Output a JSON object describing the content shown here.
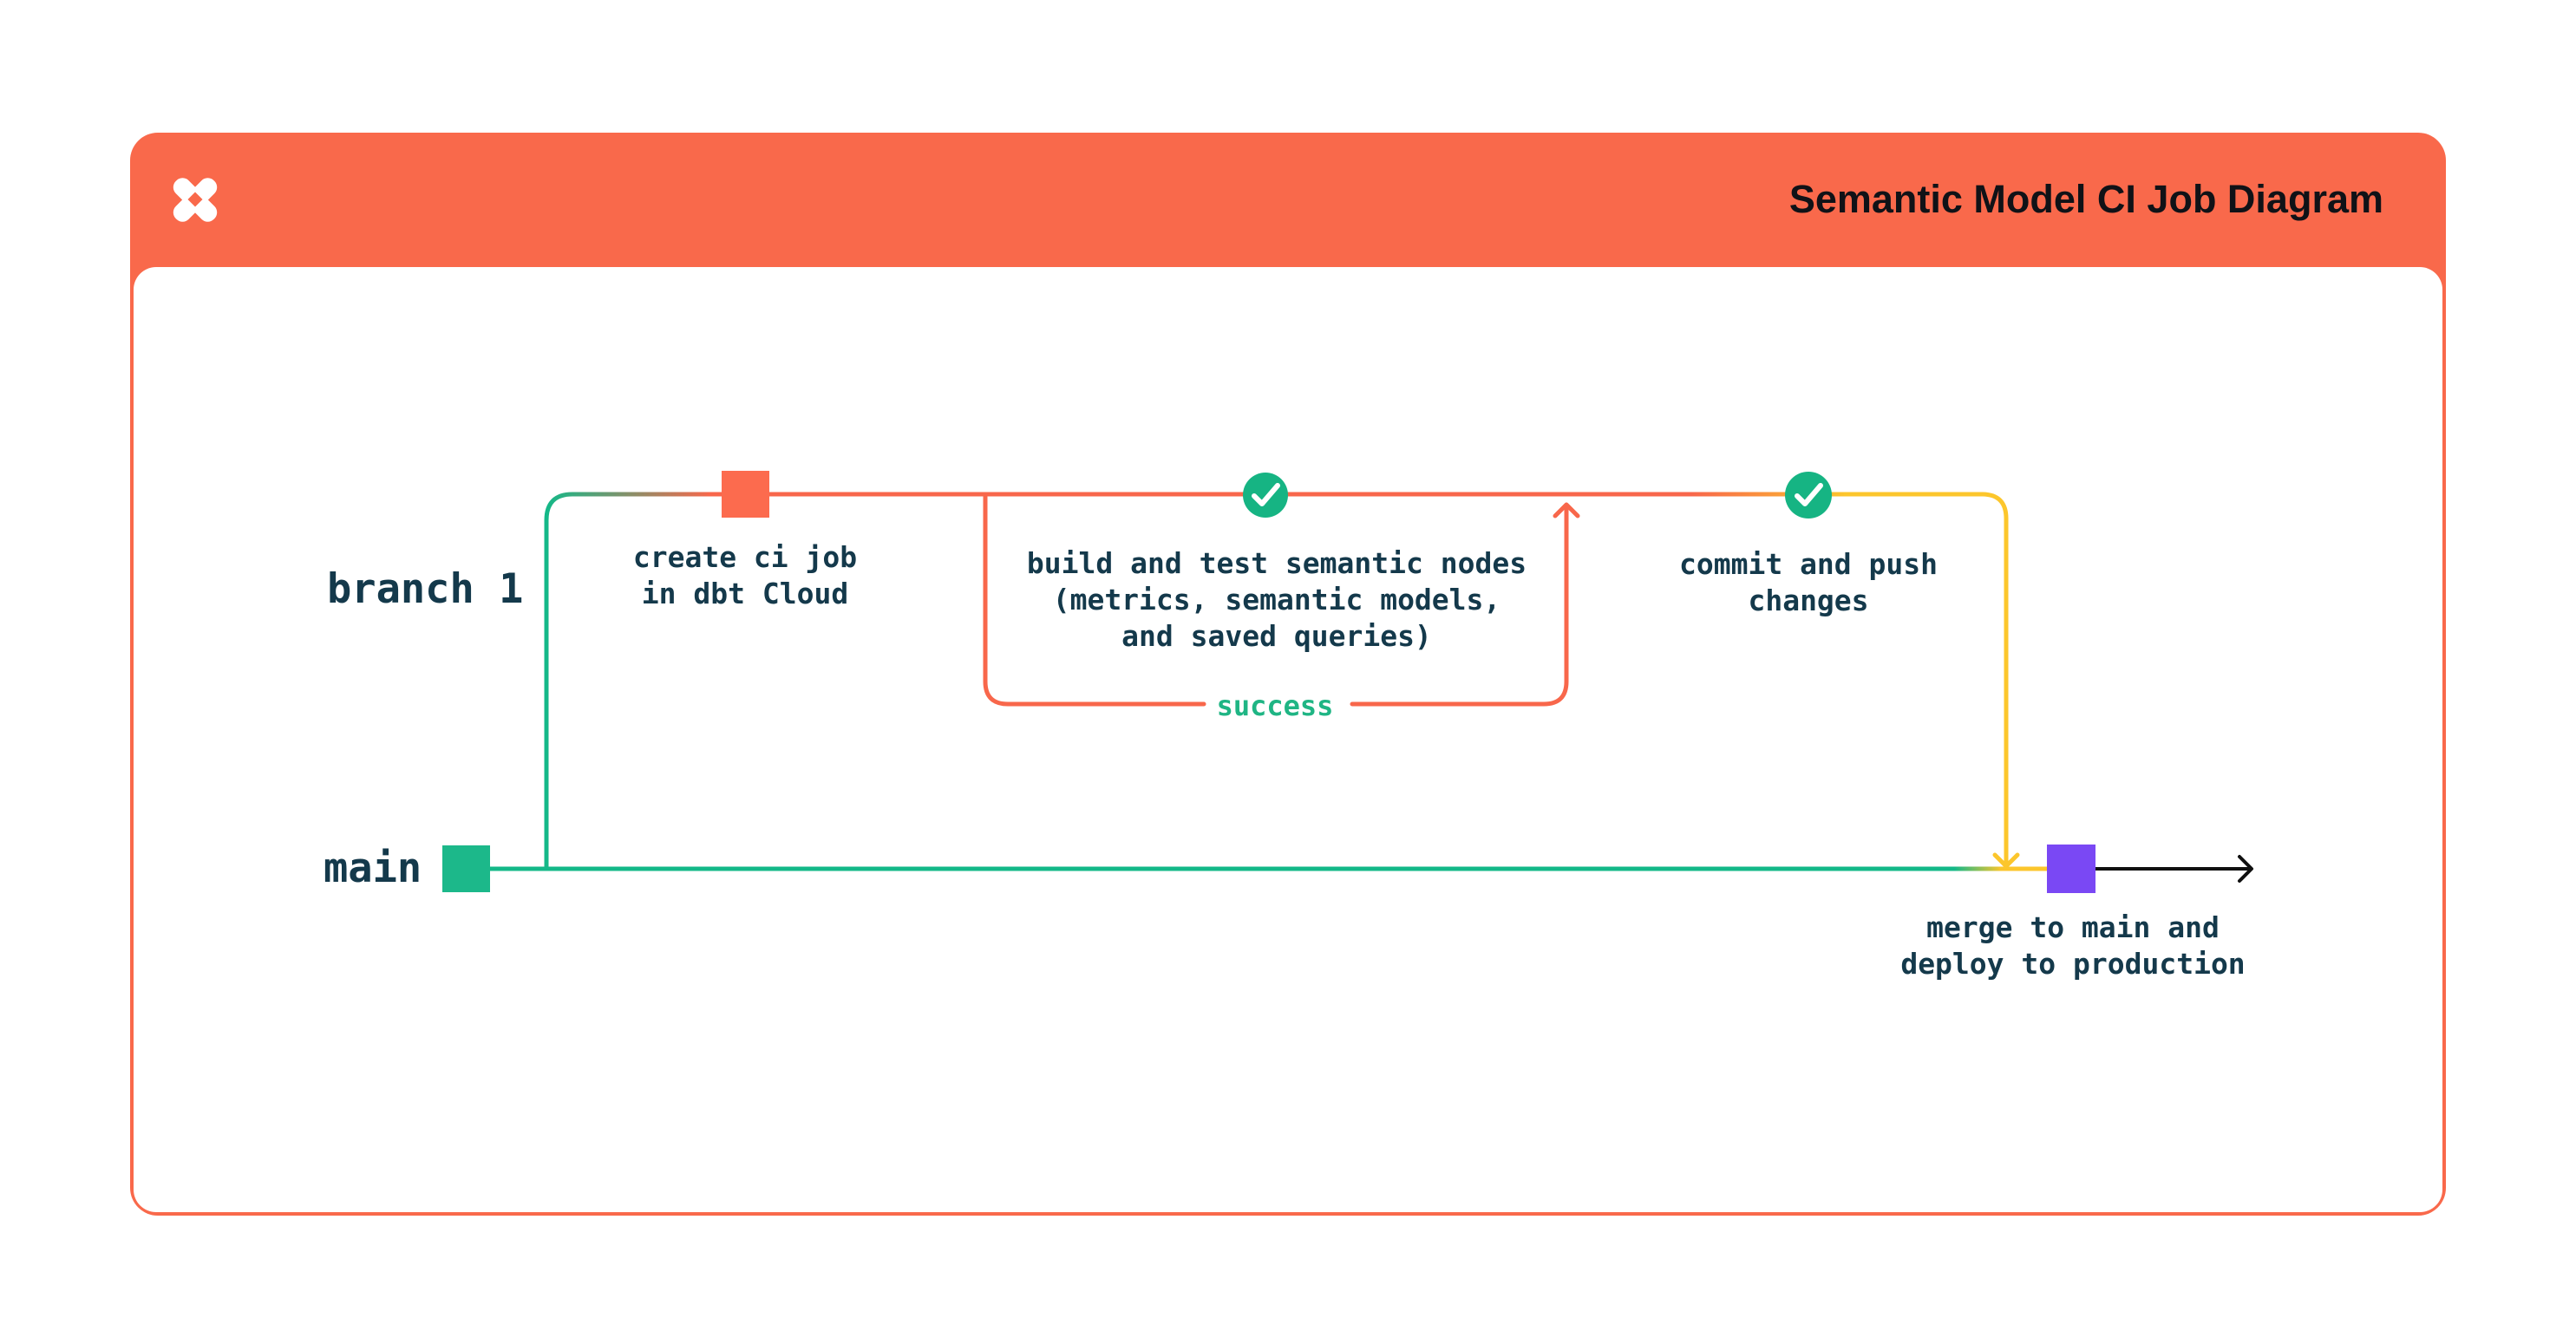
{
  "header": {
    "title": "Semantic Model CI Job Diagram",
    "logo": "dbt-logo"
  },
  "colors": {
    "orange": "#F8674B",
    "header-orange": "#F9694B",
    "node-orange": "#FC6B4E",
    "green": "#14B888",
    "node-green": "#1CB88A",
    "check-green": "#16B483",
    "yellow": "#FCC62C",
    "purple": "#7A48F4",
    "text-dark": "#14394B",
    "title-dark": "#101217",
    "black": "#101010",
    "success-green": "#1FB584"
  },
  "labels": {
    "branch": "branch 1",
    "main": "main",
    "success": "success"
  },
  "steps": {
    "create_ci": {
      "node": "orange-square",
      "lines": [
        "create ci job",
        "in dbt Cloud"
      ]
    },
    "build_test": {
      "node": "check-circle",
      "lines": [
        "build and test semantic nodes",
        "(metrics, semantic models,",
        "and saved queries)"
      ]
    },
    "commit_push": {
      "node": "check-circle",
      "lines": [
        "commit and push",
        "changes"
      ]
    },
    "merge_deploy": {
      "node": "purple-square",
      "lines": [
        "merge to main and",
        "deploy to production"
      ]
    }
  }
}
